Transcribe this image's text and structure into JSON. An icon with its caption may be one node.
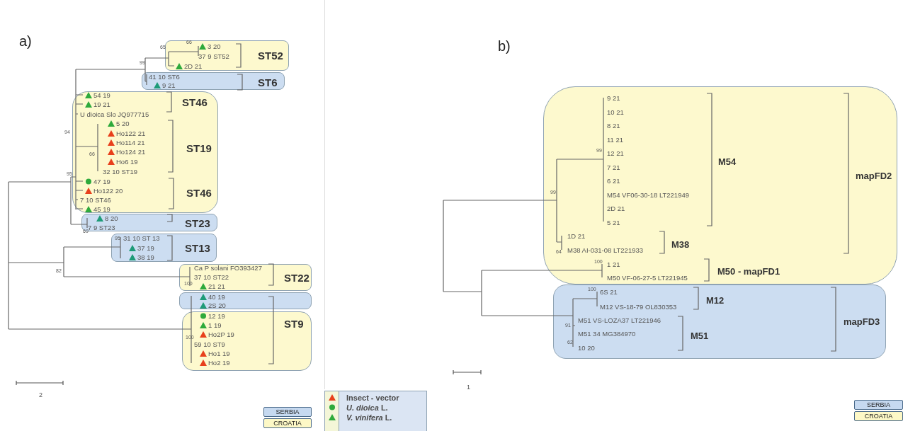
{
  "diagram": {
    "nodes": [
      {
        "text": [
          "3 20",
          "37 9 ST52",
          "2D 21",
          "ST52"
        ]
      },
      {
        "text": [
          "41 10 ST6",
          "9 21",
          "ST6"
        ]
      },
      {
        "text": [
          "54 19",
          "19 21",
          "U dioica Slo JQ977715",
          "ST46",
          "5 20",
          "Ho122 21",
          "Ho114 21",
          "Ho124 21",
          "Ho6 19",
          "32 10 ST19",
          "ST19",
          "47 19",
          "Ho122 20",
          "7 10 ST46",
          "ST46",
          "45 19"
        ]
      },
      {
        "text": [
          "8 20",
          "7 9 ST23",
          "ST23"
        ]
      },
      {
        "text": [
          "31 10 ST 13",
          "37 19",
          "38 19",
          "ST13"
        ]
      },
      {
        "text": [
          "Ca P solani FO393427",
          "37 10 ST22",
          "21 21",
          "ST22"
        ]
      },
      {
        "text": [
          "40 19",
          "2S 20"
        ]
      },
      {
        "text": [
          "12 19",
          "1 19",
          "Ho2P 19",
          "59 10 ST9",
          "Ho1 19",
          "Ho2 19",
          "ST9"
        ]
      },
      {
        "text": [
          "9 21",
          "10 21",
          "8 21",
          "11 21",
          "12 21",
          "7 21",
          "6 21",
          "M54 VF06-30-18 LT221949",
          "2D 21",
          "5 21",
          "M54",
          "1D 21",
          "M38 AI-031-08 LT221933",
          "M38",
          "1 21",
          "M50 VF-06-27-5 LT221945",
          "M50 - mapFD1",
          "mapFD2"
        ]
      },
      {
        "text": [
          "6S 21",
          "M12 VS-18-79 OL830353",
          "M12",
          "M51 VS-LOZA37 LT221946",
          "M51 34 MG384970",
          "10 20",
          "M51",
          "mapFD3"
        ]
      }
    ],
    "labels": [
      "a)",
      "b)",
      "66",
      "65",
      "99",
      "94",
      "66",
      "95",
      "69",
      "95",
      "82",
      "100",
      "100",
      "2",
      "99",
      "99",
      "64",
      "100",
      "100",
      "91",
      "62",
      "1"
    ],
    "legend": [
      {
        "text": "SERBIA",
        "color": "#c6d9f0"
      },
      {
        "text": "CROATIA",
        "color": "#fdf8c6"
      },
      {
        "text": "Insect - vector"
      },
      {
        "text": "*U. dioica* L."
      },
      {
        "text": "*V. vinifera* L."
      },
      {
        "text": "SERBIA",
        "color": "#c6d9f0"
      },
      {
        "text": "CROATIA",
        "color": "#fdf8c6"
      }
    ]
  }
}
